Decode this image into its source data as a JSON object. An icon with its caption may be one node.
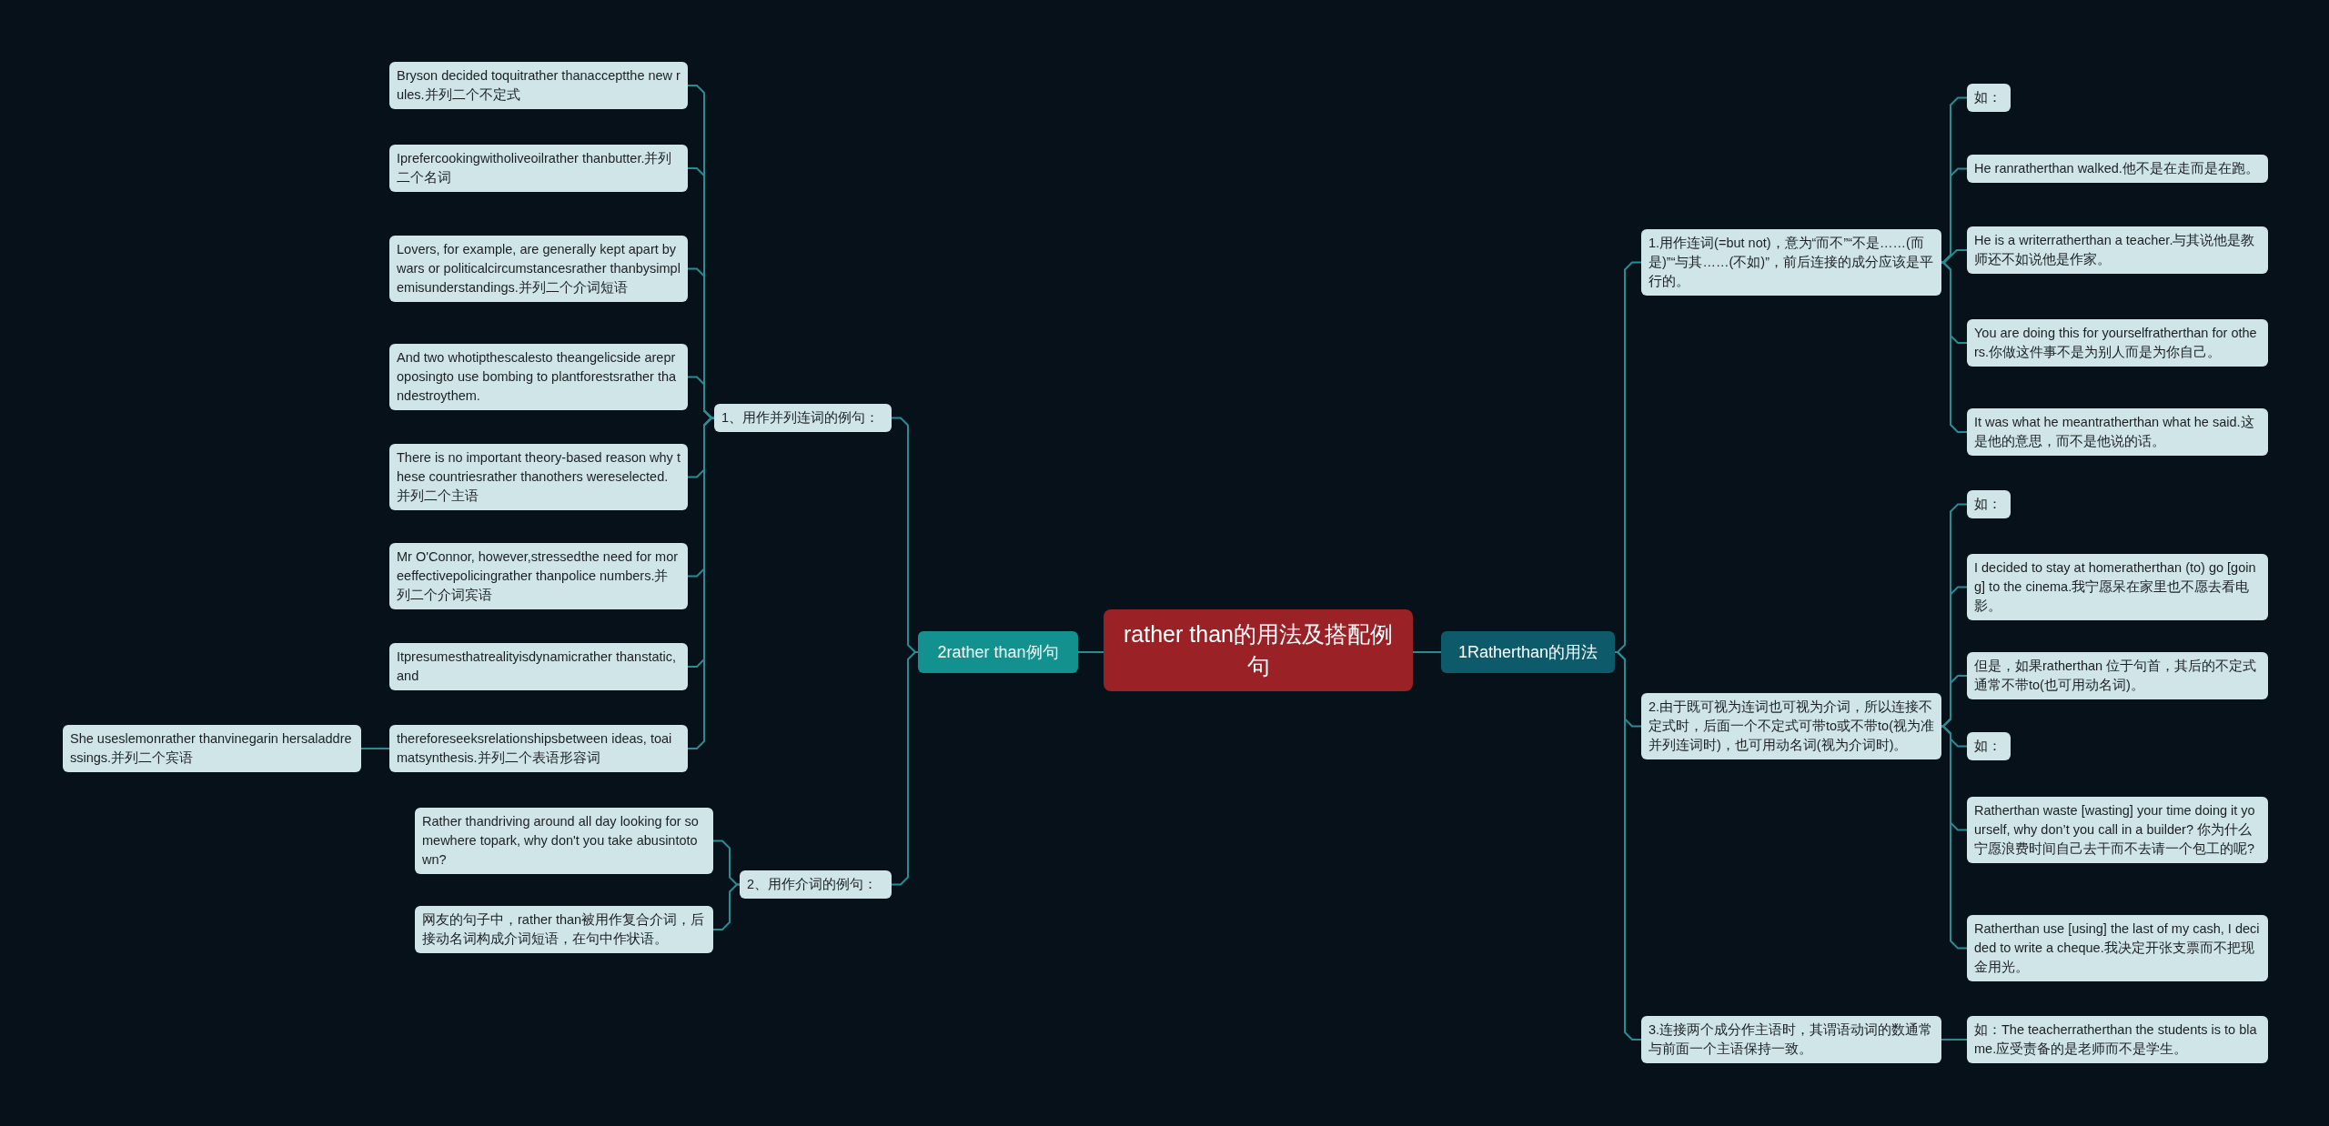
{
  "diagram": {
    "nodes": [
      {
        "text": [
          "rather than的用法及搭配例句"
        ]
      },
      {
        "text": [
          "1Ratherthan的用法"
        ]
      },
      {
        "text": [
          "1.用作连词(=but not)，意为“而不”“不是……(而是)”“与其……(不如)”，前后连接的成分应该是平行的。"
        ]
      },
      {
        "text": [
          "如："
        ]
      },
      {
        "text": [
          "He ranratherthan walked.他不是在走而是在跑。"
        ]
      },
      {
        "text": [
          "He is a writerratherthan a teacher.与其说他是教师还不如说他是作家。"
        ]
      },
      {
        "text": [
          "You are doing this for yourselfratherthan for others.你做这件事不是为别人而是为你自己。"
        ]
      },
      {
        "text": [
          "It was what he meantratherthan what he said.这是他的意思，而不是他说的话。"
        ]
      },
      {
        "text": [
          "2.由于既可视为连词也可视为介词，所以连接不定式时，后面一个不定式可带to或不带to(视为准并列连词时)，也可用动名词(视为介词时)。"
        ]
      },
      {
        "text": [
          "如："
        ]
      },
      {
        "text": [
          "I decided to stay at homeratherthan (to) go [going] to the cinema.我宁愿呆在家里也不愿去看电影。"
        ]
      },
      {
        "text": [
          "但是，如果ratherthan 位于句首，其后的不定式通常不带to(也可用动名词)。"
        ]
      },
      {
        "text": [
          "如："
        ]
      },
      {
        "text": [
          "Ratherthan waste [wasting] your time doing it yourself, why don’t you call in a builder? 你为什么宁愿浪费时间自己去干而不去请一个包工的呢?"
        ]
      },
      {
        "text": [
          "Ratherthan use [using] the last of my cash, I decided to write a cheque.我决定开张支票而不把现金用光。"
        ]
      },
      {
        "text": [
          "3.连接两个成分作主语时，其谓语动词的数通常与前面一个主语保持一致。"
        ]
      },
      {
        "text": [
          "如：The teacherratherthan the students is to blame.应受责备的是老师而不是学生。"
        ]
      },
      {
        "text": [
          "2rather than例句"
        ]
      },
      {
        "text": [
          "1、用作并列连词的例句："
        ]
      },
      {
        "text": [
          "Bryson decided toquitrather thanacceptthe new rules.并列二个不定式"
        ]
      },
      {
        "text": [
          "Iprefercookingwitholiveoilrather thanbutter.并列二个名词"
        ]
      },
      {
        "text": [
          "Lovers, for example, are generally kept apart by wars or politicalcircumstancesrather thanbysimplemisunderstandings.并列二个介词短语"
        ]
      },
      {
        "text": [
          "And two whotipthescalesto theangelicside areproposingto use bombing to plantforestsrather thandestroythem."
        ]
      },
      {
        "text": [
          "There is no important theory-based reason why these countriesrather thanothers wereselected.并列二个主语"
        ]
      },
      {
        "text": [
          "Mr O'Connor, however,stressedthe need for moreeffectivepolicingrather thanpolice numbers.并列二个介词宾语"
        ]
      },
      {
        "text": [
          "Itpresumesthatrealityisdynamicrather thanstatic, and"
        ]
      },
      {
        "text": [
          "thereforeseeksrelationshipsbetween ideas, toaimatsynthesis.并列二个表语形容词"
        ]
      },
      {
        "text": [
          "She useslemonrather thanvinegarin hersaladdressings.并列二个宾语"
        ]
      },
      {
        "text": [
          "2、用作介词的例句："
        ]
      },
      {
        "text": [
          "Rather thandriving around all day looking for somewhere topark, why don't you take abusintotown?"
        ]
      },
      {
        "text": [
          "网友的句子中，rather than被用作复合介词，后接动名词构成介词短语，在句中作状语。"
        ]
      }
    ],
    "edges": [
      {
        "from": 0,
        "to": 1,
        "arrow": "none"
      },
      {
        "from": 1,
        "to": 2,
        "arrow": "none"
      },
      {
        "from": 1,
        "to": 8,
        "arrow": "none"
      },
      {
        "from": 1,
        "to": 15,
        "arrow": "none"
      },
      {
        "from": 2,
        "to": 3,
        "arrow": "none"
      },
      {
        "from": 2,
        "to": 4,
        "arrow": "none"
      },
      {
        "from": 2,
        "to": 5,
        "arrow": "none"
      },
      {
        "from": 2,
        "to": 6,
        "arrow": "none"
      },
      {
        "from": 2,
        "to": 7,
        "arrow": "none"
      },
      {
        "from": 8,
        "to": 9,
        "arrow": "none"
      },
      {
        "from": 8,
        "to": 10,
        "arrow": "none"
      },
      {
        "from": 8,
        "to": 11,
        "arrow": "none"
      },
      {
        "from": 8,
        "to": 12,
        "arrow": "none"
      },
      {
        "from": 8,
        "to": 13,
        "arrow": "none"
      },
      {
        "from": 8,
        "to": 14,
        "arrow": "none"
      },
      {
        "from": 15,
        "to": 16,
        "arrow": "none"
      },
      {
        "from": 0,
        "to": 17,
        "arrow": "none"
      },
      {
        "from": 17,
        "to": 18,
        "arrow": "none"
      },
      {
        "from": 17,
        "to": 28,
        "arrow": "none"
      },
      {
        "from": 18,
        "to": 19,
        "arrow": "none"
      },
      {
        "from": 18,
        "to": 20,
        "arrow": "none"
      },
      {
        "from": 18,
        "to": 21,
        "arrow": "none"
      },
      {
        "from": 18,
        "to": 22,
        "arrow": "none"
      },
      {
        "from": 18,
        "to": 23,
        "arrow": "none"
      },
      {
        "from": 18,
        "to": 24,
        "arrow": "none"
      },
      {
        "from": 18,
        "to": 25,
        "arrow": "none"
      },
      {
        "from": 18,
        "to": 26,
        "arrow": "none"
      },
      {
        "from": 26,
        "to": 27,
        "arrow": "none"
      },
      {
        "from": 28,
        "to": 29,
        "arrow": "none"
      },
      {
        "from": 28,
        "to": 30,
        "arrow": "none"
      }
    ]
  }
}
